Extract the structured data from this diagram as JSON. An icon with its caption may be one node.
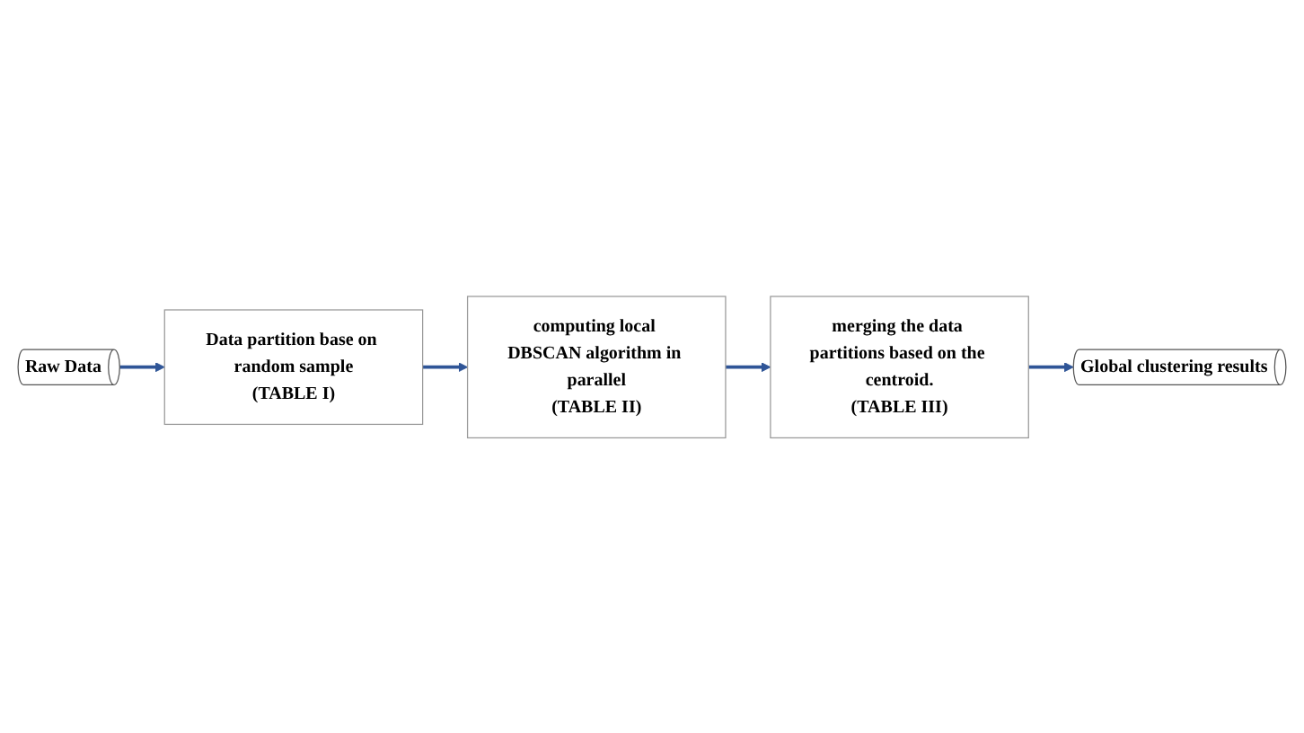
{
  "diagram": {
    "nodes": [
      {
        "text": [
          "Raw Data"
        ]
      },
      {
        "text": [
          "Data partition base on random sample",
          "(TABLE I)"
        ]
      },
      {
        "text": [
          "computing local DBSCAN algorithm in parallel",
          "(TABLE II)"
        ]
      },
      {
        "text": [
          "merging the data partitions based on the centroid.",
          "(TABLE III)"
        ]
      },
      {
        "text": [
          "Global clustering results"
        ]
      }
    ],
    "edges": [
      {
        "from": 0,
        "to": 1,
        "arrow": "to"
      },
      {
        "from": 1,
        "to": 2,
        "arrow": "to"
      },
      {
        "from": 2,
        "to": 3,
        "arrow": "to"
      },
      {
        "from": 3,
        "to": 4,
        "arrow": "to"
      }
    ]
  }
}
